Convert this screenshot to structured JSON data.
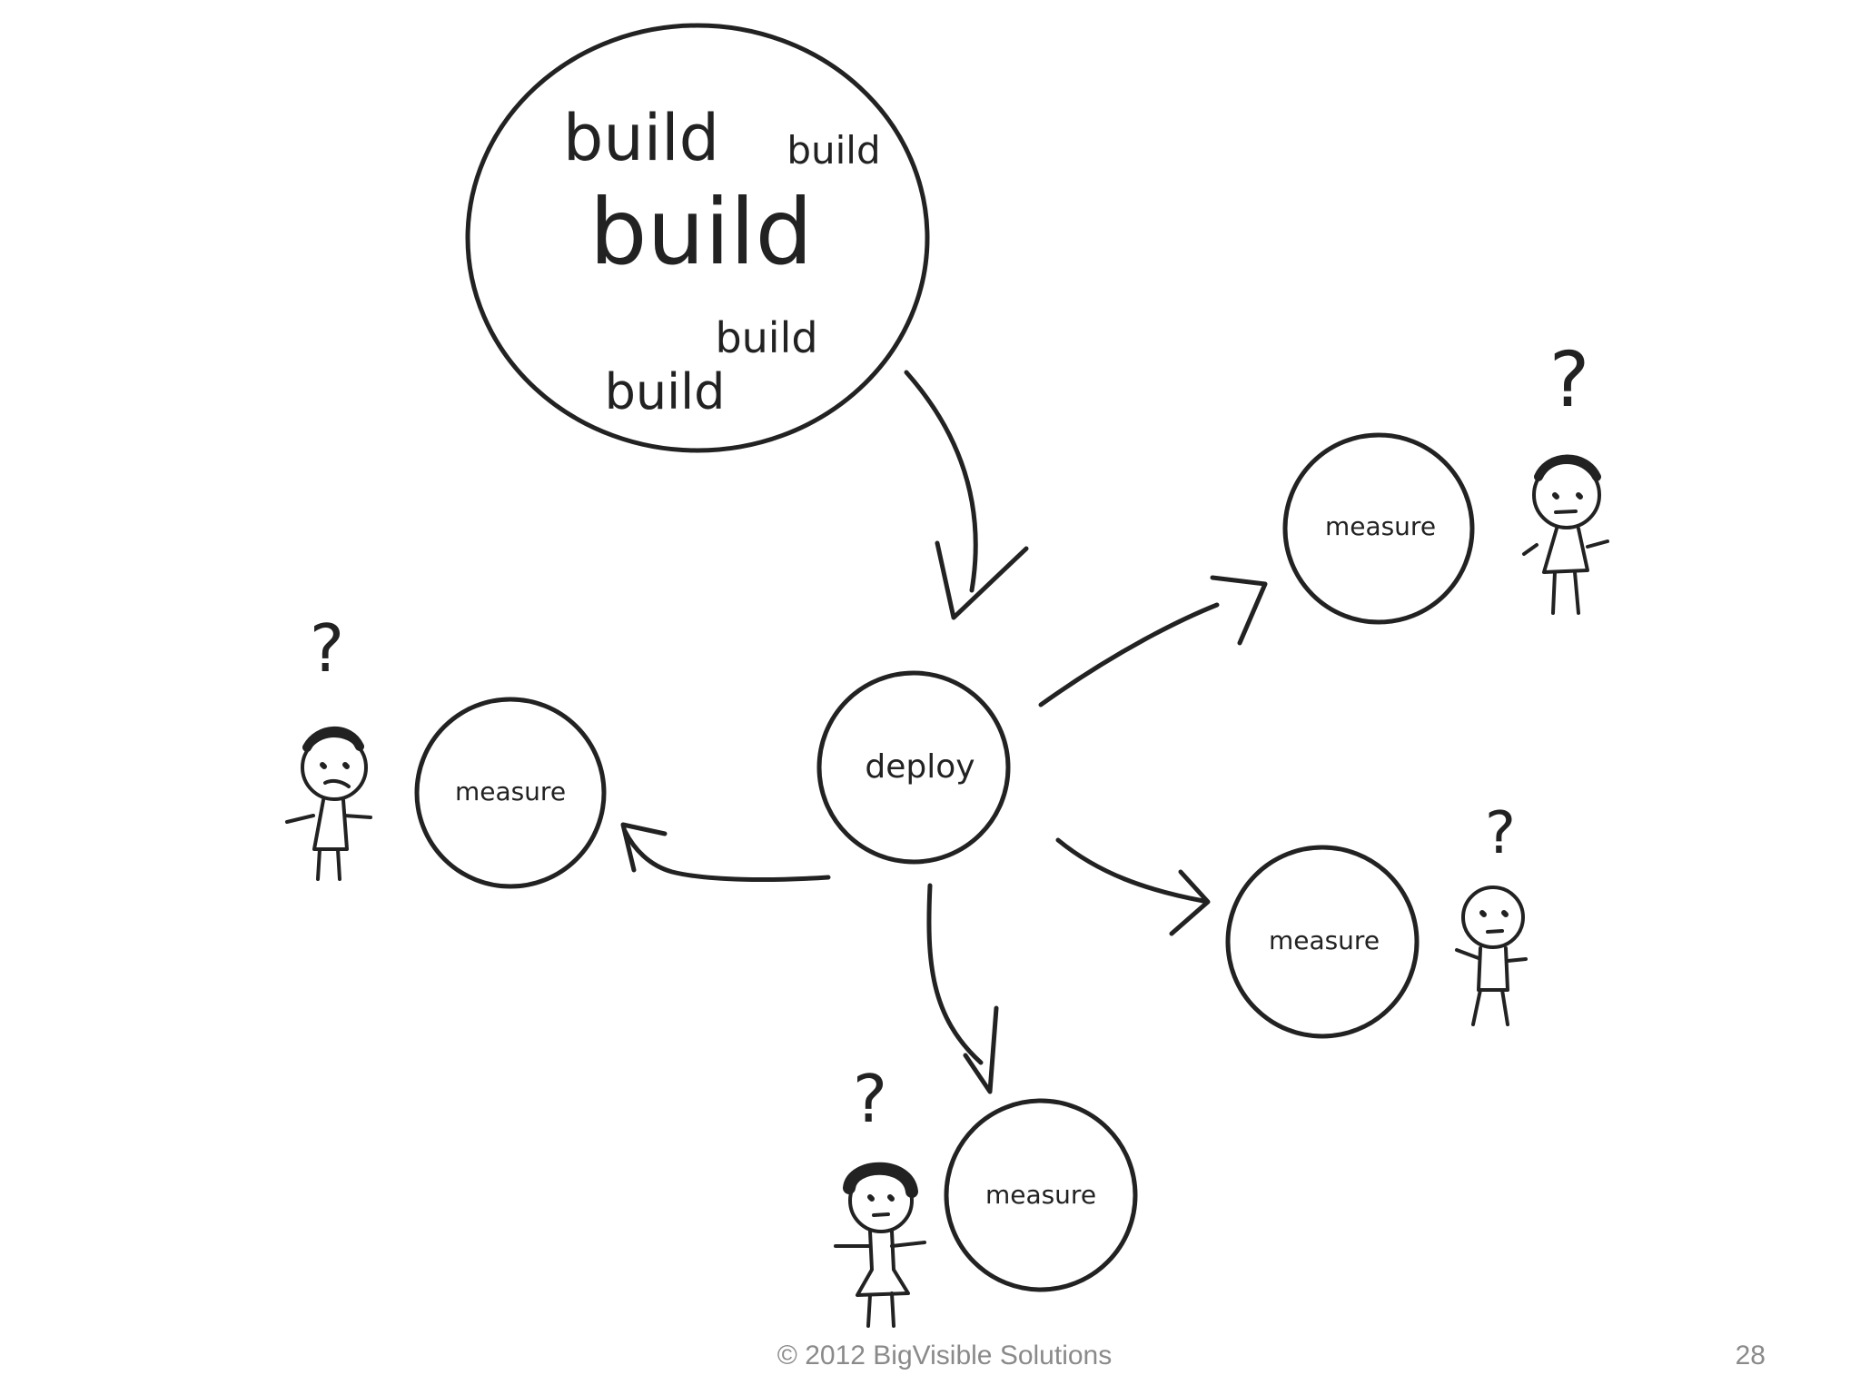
{
  "colors": {
    "stroke": "#222222",
    "footer_text": "#8a8a8a",
    "background": "#ffffff"
  },
  "build_node": {
    "words": [
      "build",
      "build",
      "build",
      "build",
      "build"
    ]
  },
  "deploy_node": {
    "label": "deploy"
  },
  "measure_nodes": [
    {
      "label": "measure"
    },
    {
      "label": "measure"
    },
    {
      "label": "measure"
    },
    {
      "label": "measure"
    }
  ],
  "question_marks": [
    "?",
    "?",
    "?",
    "?"
  ],
  "footer": {
    "copyright": "© 2012 BigVisible Solutions",
    "page_number": "28"
  }
}
